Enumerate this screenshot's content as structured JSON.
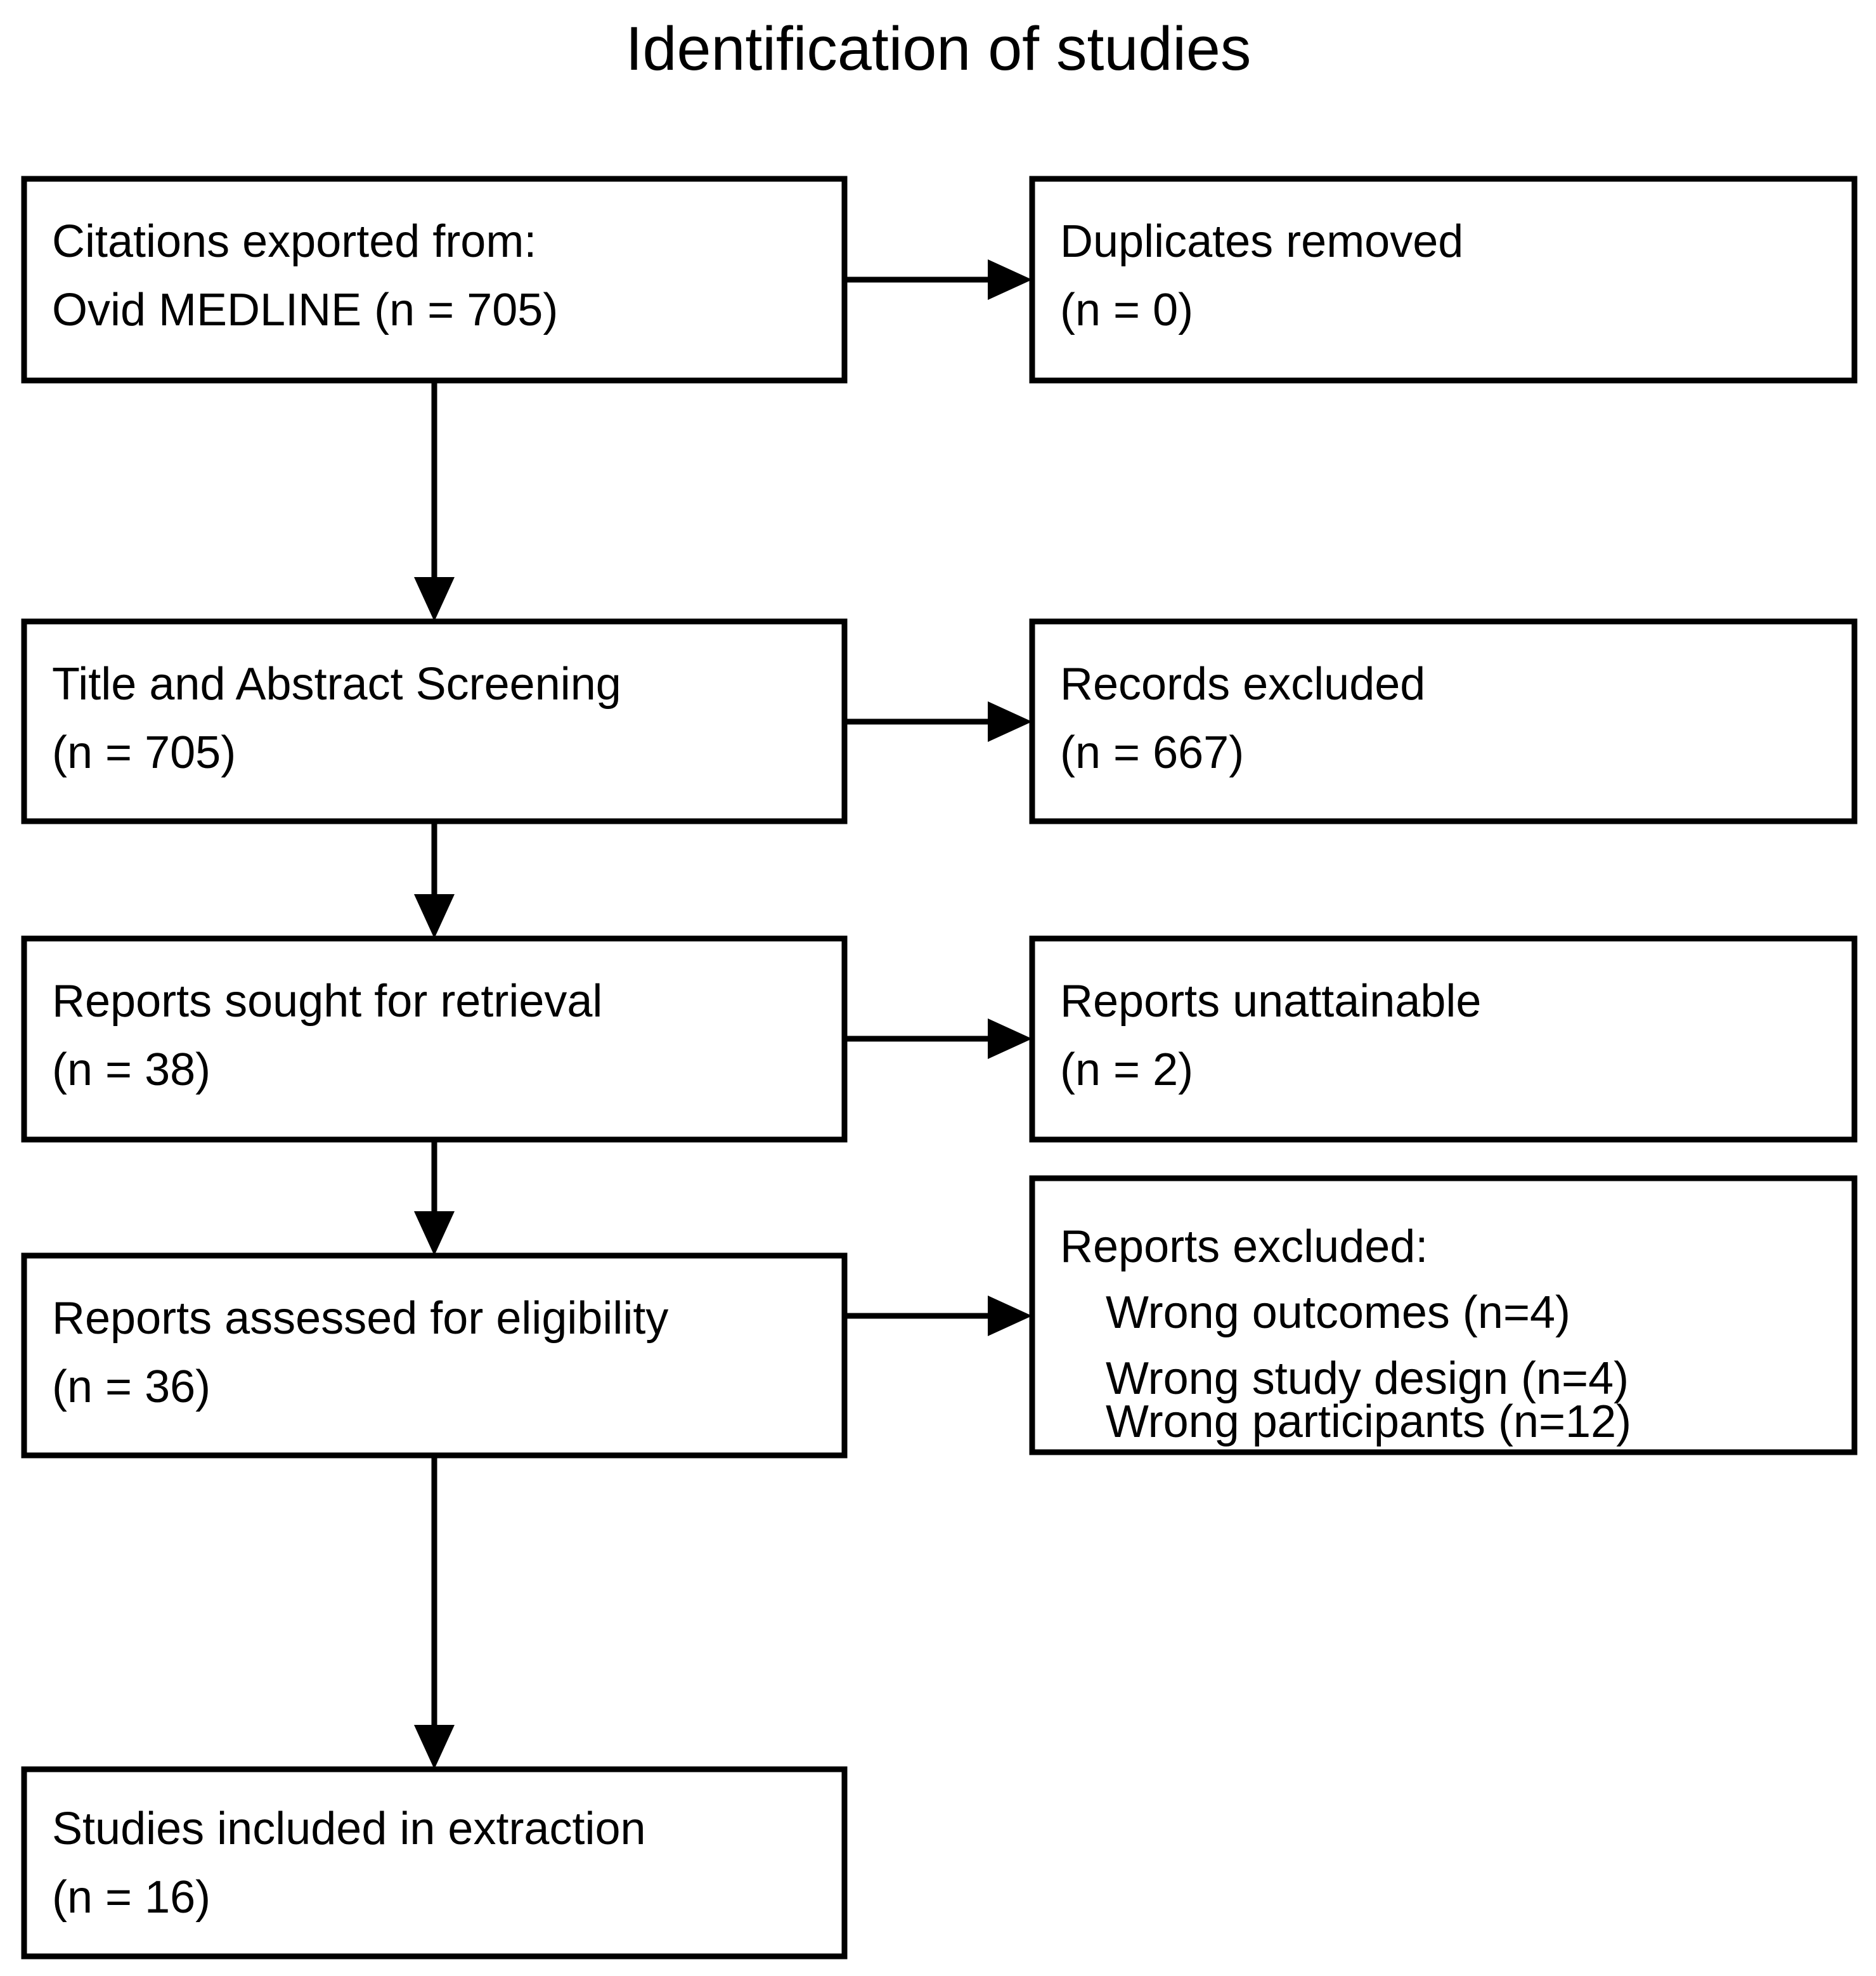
{
  "title": "Identification of studies",
  "boxes": {
    "citations": {
      "line1": "Citations exported from:",
      "line2": "Ovid MEDLINE (n = 705)"
    },
    "duplicates": {
      "line1": "Duplicates removed",
      "line2": "(n = 0)"
    },
    "screening": {
      "line1": "Title and Abstract Screening",
      "line2": "(n = 705)"
    },
    "records_excluded": {
      "line1": "Records excluded",
      "line2": "(n = 667)"
    },
    "sought": {
      "line1": "Reports sought for retrieval",
      "line2": "(n = 38)"
    },
    "unattainable": {
      "line1": "Reports unattainable",
      "line2": "(n = 2)"
    },
    "assessed": {
      "line1": "Reports assessed for eligibility",
      "line2": "(n = 36)"
    },
    "reports_excluded": {
      "line1": "Reports excluded:",
      "line2": "Wrong outcomes (n=4)",
      "line3": "Wrong study design (n=4)",
      "line4": "Wrong participants (n=12)"
    },
    "included": {
      "line1": "Studies included in extraction",
      "line2": "(n = 16)"
    }
  },
  "counts": {
    "citations_exported": 705,
    "duplicates_removed": 0,
    "title_abstract_screened": 705,
    "records_excluded": 667,
    "reports_sought": 38,
    "reports_unattainable": 2,
    "reports_assessed": 36,
    "excluded_wrong_outcomes": 4,
    "excluded_wrong_study_design": 4,
    "excluded_wrong_participants": 12,
    "studies_included": 16
  },
  "colors": {
    "stroke": "#000000",
    "fill": "#ffffff",
    "text": "#000000"
  }
}
